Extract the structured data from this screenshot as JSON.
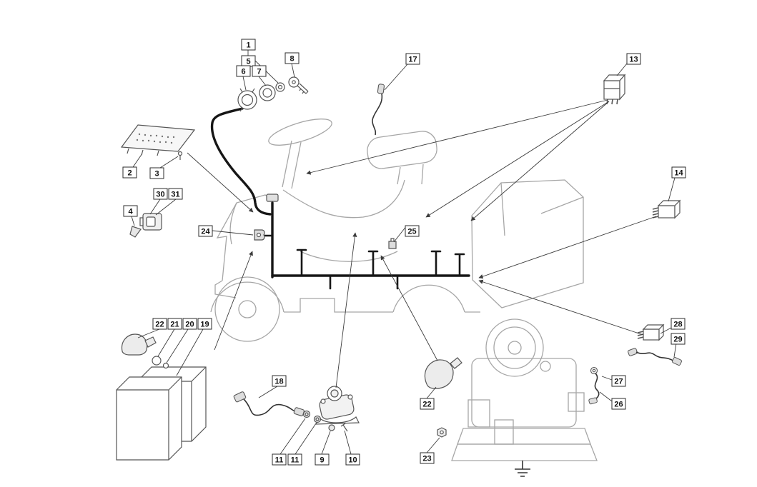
{
  "diagram": {
    "kind": "exploded-parts-diagram",
    "subject": "riding-mower-electrical-system",
    "colors": {
      "background": "#ffffff",
      "machine_outline": "#a6a6a6",
      "harness": "#161616",
      "component_stroke": "#555555",
      "callout_border": "#2b2b2b",
      "callout_text": "#111111"
    }
  },
  "callouts": {
    "n1": "1",
    "n5": "5",
    "n6": "6",
    "n7": "7",
    "n8": "8",
    "n17": "17",
    "n13": "13",
    "n2": "2",
    "n3": "3",
    "n30": "30",
    "n31": "31",
    "n4": "4",
    "n24": "24",
    "n25": "25",
    "n14": "14",
    "n22a": "22",
    "n21": "21",
    "n20": "20",
    "n19": "19",
    "n18": "18",
    "n11a": "11",
    "n11b": "11",
    "n9": "9",
    "n10": "10",
    "n22b": "22",
    "n23": "23",
    "n28": "28",
    "n29": "29",
    "n27": "27",
    "n26": "26"
  }
}
